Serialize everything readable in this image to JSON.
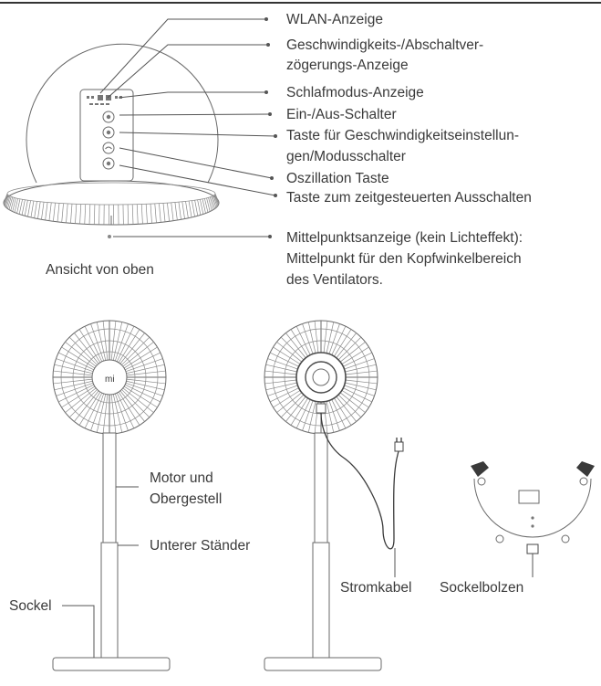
{
  "callouts": {
    "wlan": "WLAN-Anzeige",
    "speed_1": "Geschwindigkeits-/Abschaltver-",
    "speed_2": "zögerungs-Anzeige",
    "sleep": "Schlafmodus-Anzeige",
    "power": "Ein-/Aus-Schalter",
    "mode_1": "Taste für Geschwindigkeitseinstellun-",
    "mode_2": "gen/Modusschalter",
    "oscillation": "Oszillation Taste",
    "timer": "Taste zum zeitgesteuerten Ausschalten",
    "center_1": "Mittelpunktsanzeige (kein Lichteffekt):",
    "center_2": "Mittelpunkt für den Kopfwinkelbereich",
    "center_3": "des Ventilators."
  },
  "top_view_caption": "Ansicht von oben",
  "fan_labels": {
    "motor_1": "Motor und",
    "motor_2": "Obergestell",
    "lower_stand": "Unterer Ständer",
    "base": "Sockel",
    "power_cable": "Stromkabel",
    "base_bolt": "Sockelbolzen"
  }
}
